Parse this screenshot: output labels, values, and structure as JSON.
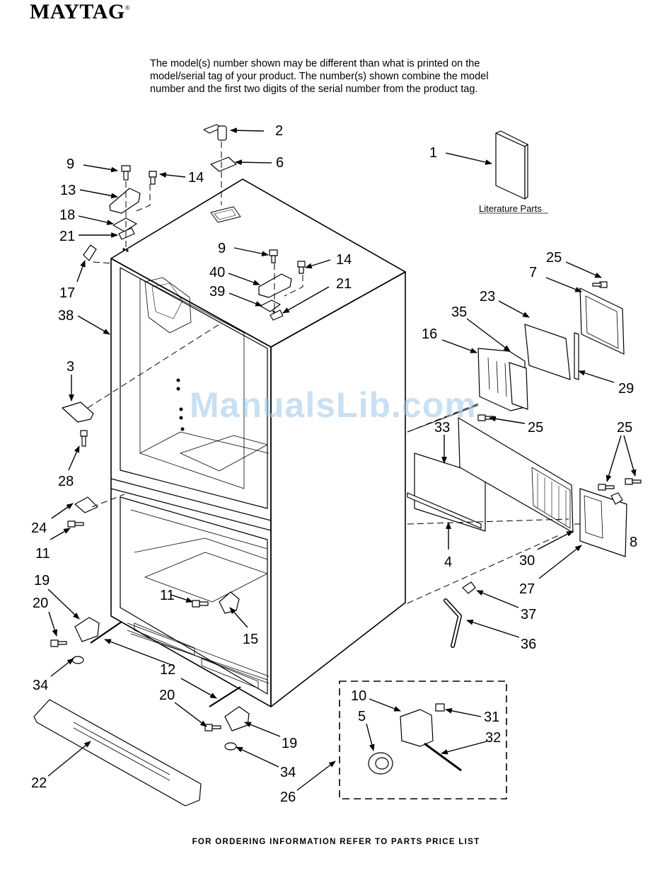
{
  "brand": {
    "logo": "MAYTAG",
    "mark": "®"
  },
  "intro_text": [
    "The model(s) number shown may be different than what is printed on the",
    "model/serial tag of your product. The number(s) shown combine the model",
    "number and the first two digits of the serial number from the product tag."
  ],
  "literature_label": "Literature Parts",
  "footer_text": "FOR ORDERING INFORMATION REFER TO PARTS PRICE LIST",
  "watermark": "ManualsLib.com",
  "callouts": {
    "c1": "1",
    "c2": "2",
    "c3": "3",
    "c4": "4",
    "c5": "5",
    "c6": "6",
    "c7": "7",
    "c8": "8",
    "c9a": "9",
    "c9b": "9",
    "c10": "10",
    "c11a": "11",
    "c11b": "11",
    "c12": "12",
    "c13": "13",
    "c14a": "14",
    "c14b": "14",
    "c15": "15",
    "c16": "16",
    "c17": "17",
    "c18": "18",
    "c19a": "19",
    "c19b": "19",
    "c20a": "20",
    "c20b": "20",
    "c21a": "21",
    "c21b": "21",
    "c22": "22",
    "c23": "23",
    "c24": "24",
    "c25a": "25",
    "c25b": "25",
    "c25c": "25",
    "c26": "26",
    "c27": "27",
    "c28": "28",
    "c29": "29",
    "c30": "30",
    "c31": "31",
    "c32": "32",
    "c33": "33",
    "c34a": "34",
    "c34b": "34",
    "c35": "35",
    "c36": "36",
    "c37": "37",
    "c38": "38",
    "c39": "39",
    "c40": "40"
  }
}
